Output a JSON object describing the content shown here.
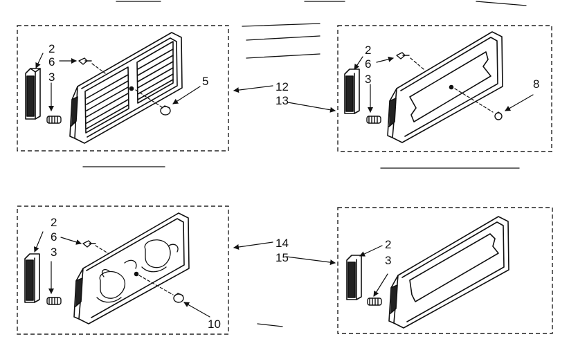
{
  "diagram": {
    "panel_top_left": {
      "labels": [
        "2",
        "6",
        "3",
        "5"
      ]
    },
    "panel_top_right": {
      "labels": [
        "2",
        "6",
        "3",
        "8"
      ]
    },
    "panel_bottom_left": {
      "labels": [
        "2",
        "6",
        "3",
        "10"
      ]
    },
    "panel_bottom_right": {
      "labels": [
        "2",
        "3"
      ]
    },
    "callouts_top": [
      "12",
      "13"
    ],
    "callouts_bottom": [
      "14",
      "15"
    ]
  }
}
